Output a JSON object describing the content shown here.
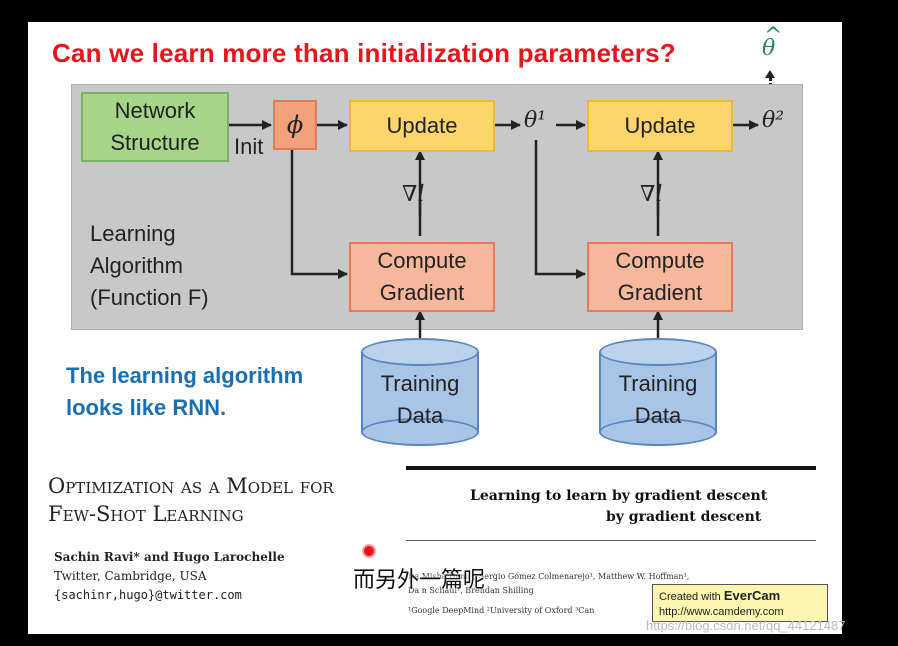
{
  "slide": {
    "title": "Can we learn more than initialization parameters?",
    "theta_hat": "θ",
    "theta_hat_accent": "^"
  },
  "diagram": {
    "network_structure": [
      "Network",
      "Structure"
    ],
    "init_label": "Init",
    "phi": "ϕ",
    "update_label": "Update",
    "theta1": "θ¹",
    "theta2": "θ²",
    "grad_label": "∇l",
    "compute_gradient": [
      "Compute",
      "Gradient"
    ],
    "learning_algorithm": [
      "Learning",
      "Algorithm",
      "(Function F)"
    ],
    "training_data": [
      "Training",
      "Data"
    ]
  },
  "note": {
    "lines": [
      "The learning algorithm",
      "looks like RNN."
    ]
  },
  "paper1": {
    "title_lines": [
      "Optimization as a Model for",
      "Few-Shot Learning"
    ],
    "authors": "Sachin Ravi* and Hugo Larochelle",
    "affiliation": "Twitter, Cambridge, USA",
    "email": "{sachinr,hugo}@twitter.com"
  },
  "paper2": {
    "title_lines": [
      "Learning to learn by gradient descent",
      "by gradient descent"
    ],
    "authors_partial": "Da     Misha Denil¹, Sergio Gómez Colmenarejo¹, Matthew W. Hoffman¹,",
    "authors_partial2": "Da        n Schaul¹, Brendan Shilling",
    "affiliations": "¹Google DeepMind    ²University of Oxford    ³Can"
  },
  "overlay": {
    "subtitle": "而另外一篇呢",
    "evercam_line1_prefix": "Created with ",
    "evercam_brand": "EverCam",
    "evercam_url": "http://www.camdemy.com",
    "watermark": "https://blog.csdn.net/qq_44121487"
  },
  "colors": {
    "title_red": "#e8141c",
    "note_blue": "#1a6fb3",
    "green_box": "#a6d58a",
    "yellow_box": "#fcd66b",
    "salmon_box": "#f6b79b",
    "cylinder_blue": "#a9c5e6"
  }
}
